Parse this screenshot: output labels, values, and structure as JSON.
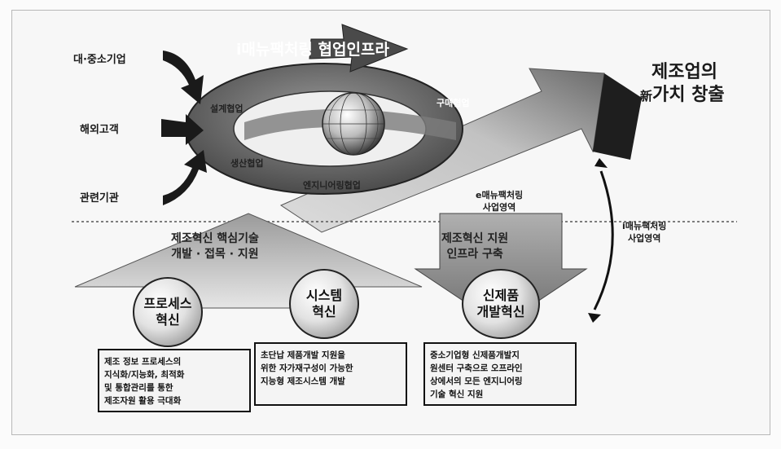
{
  "cycle": {
    "title": "i매뉴팩처링 협업인프라",
    "items": [
      "설계협업",
      "생산협업",
      "엔지니어링협업",
      "구매협업"
    ]
  },
  "sources": [
    "대·중소기업",
    "해외고객",
    "관련기관"
  ],
  "outcome": {
    "prefix": "新",
    "line1": "제조업의",
    "line2": "가치 창출"
  },
  "e_area": {
    "line1": "e매뉴팩처링",
    "line2": "사업영역"
  },
  "i_area": {
    "line1": "i매뉴팩처링",
    "line2": "사업영역"
  },
  "tech_arrow": {
    "line1": "제조혁신 핵심기술",
    "line2": "개발 · 접목 · 지원"
  },
  "infra_arrow": {
    "line1": "제조혁신 지원",
    "line2": "인프라 구축"
  },
  "innovations": [
    {
      "line1": "프로세스",
      "line2": "혁신",
      "desc": [
        "제조 정보 프로세스의",
        "지식화/지능화, 최적화",
        "및 통합관리를 통한",
        "제조자원 활용 극대화"
      ]
    },
    {
      "line1": "시스템",
      "line2": "혁신",
      "desc": [
        "초단납 제품개발 지원을",
        "위한 자가재구성이 가능한",
        "지능형 제조시스템 개발"
      ]
    },
    {
      "line1": "신제품",
      "line2": "개발혁신",
      "desc": [
        "중소기업형 신제품개발지",
        "원센터 구축으로 오프라인",
        "상에서의 모든 엔지니어링",
        "기술 혁신 지원"
      ]
    }
  ]
}
